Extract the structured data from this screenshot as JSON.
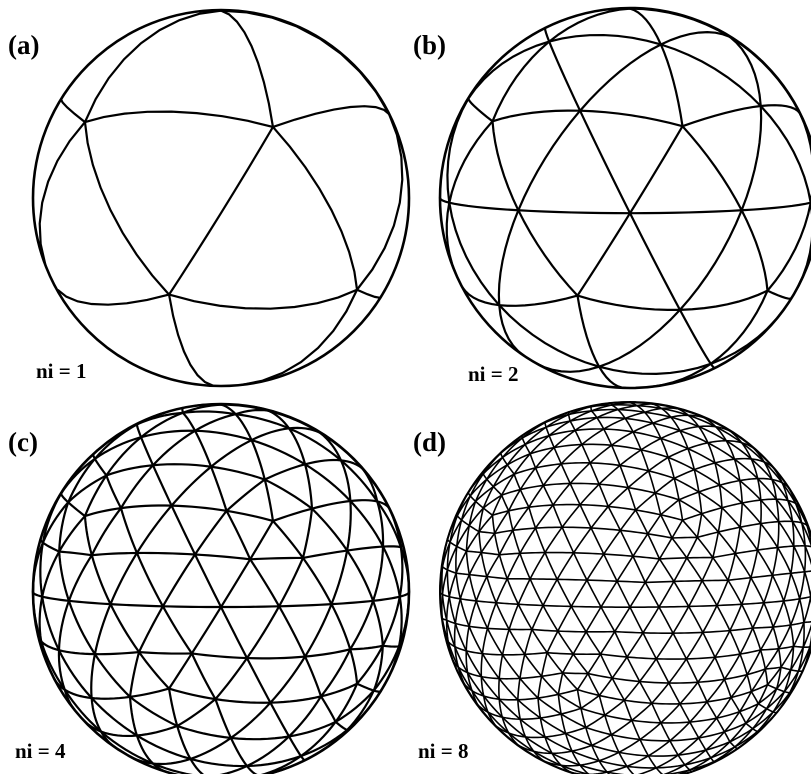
{
  "figure": {
    "line_color": "#000000",
    "background_color": "#ffffff",
    "shape": "icosahedral geodesic sphere",
    "panels": [
      {
        "id": "a",
        "label": "(a)",
        "caption": "ni = 1",
        "subdivisions": 1
      },
      {
        "id": "b",
        "label": "(b)",
        "caption": "ni = 2",
        "subdivisions": 2
      },
      {
        "id": "c",
        "label": "(c)",
        "caption": "ni = 4",
        "subdivisions": 4
      },
      {
        "id": "d",
        "label": "(d)",
        "caption": "ni = 8",
        "subdivisions": 8
      }
    ]
  }
}
